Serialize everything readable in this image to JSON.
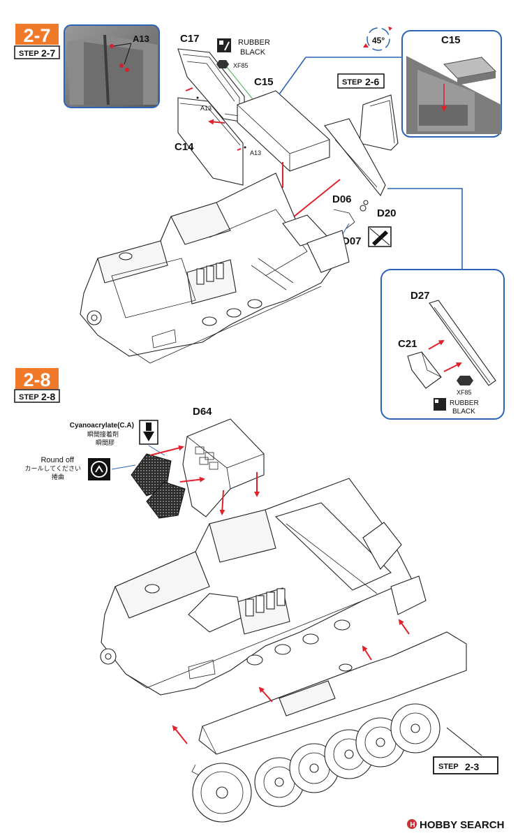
{
  "colors": {
    "accent": "#f07a2a",
    "arrow": "#e0202a",
    "callout": "#2a63b8",
    "step_tag_border": "#111111"
  },
  "step27": {
    "number": "2-7",
    "step_word": "STEP",
    "step_num": "2-7"
  },
  "step28": {
    "number": "2-8",
    "step_word": "STEP",
    "step_num": "2-8"
  },
  "parts": {
    "a13_inset": "A13",
    "c17": "C17",
    "c15": "C15",
    "c14": "C14",
    "a13_a": "A13",
    "a13_b": "A13",
    "d06": "D06",
    "d20": "D20",
    "d07": "D07",
    "c15_inset": "C15",
    "d27": "D27",
    "c21": "C21",
    "d64": "D64"
  },
  "paint": {
    "rubber_black_1": "RUBBER",
    "rubber_black_2": "BLACK",
    "xf85": "XF85",
    "rubber_black_3": "RUBBER",
    "rubber_black_4": "BLACK",
    "xf85_b": "XF85"
  },
  "refs": {
    "step26_word": "STEP",
    "step26_num": "2-6",
    "step23_word": "STEP",
    "step23_num": "2-3",
    "angle": "45°"
  },
  "notes": {
    "cyano_title": "Cyanoacrylate(C.A)",
    "cyano_jp1": "瞬間接着剤",
    "cyano_jp2": "瞬間膠",
    "roundoff_title": "Round off",
    "roundoff_jp1": "カールしてください",
    "roundoff_jp2": "捲曲"
  },
  "watermark": {
    "brand": "HOBBY SEARCH"
  }
}
